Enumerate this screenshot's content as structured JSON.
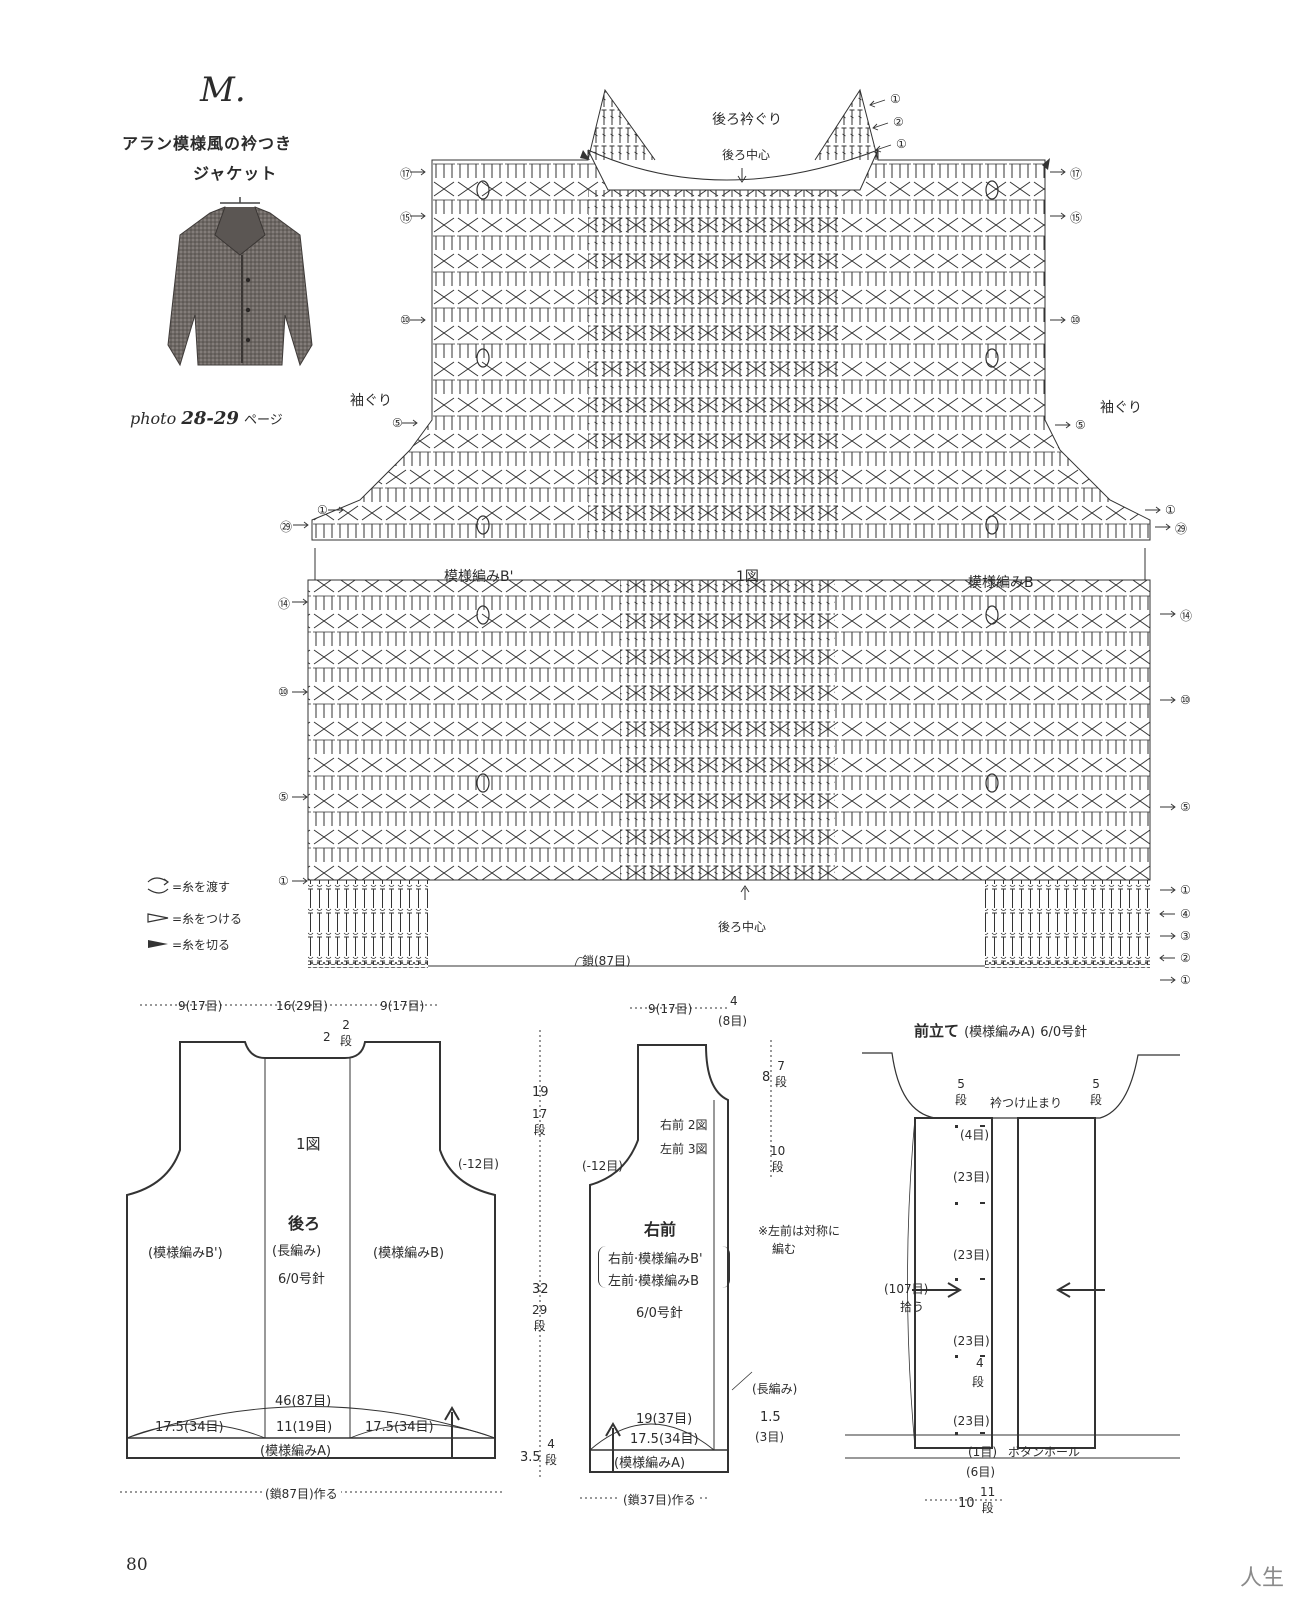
{
  "header": {
    "pattern_letter": "M.",
    "title_line1": "アラン模様風の衿つき",
    "title_line2": "ジャケット",
    "photo_prefix": "photo",
    "photo_pages": "28-29",
    "photo_suffix": "ページ"
  },
  "chart1": {
    "back_neck": "後ろ衿ぐり",
    "back_center_top": "後ろ中心",
    "back_center_bottom": "後ろ中心",
    "armhole_left": "袖ぐり",
    "armhole_right": "袖ぐり",
    "pattern_b_prime": "模様編みB'",
    "figure_label": "1図",
    "pattern_b": "模様編みB",
    "chain_count": "鎖(87目)",
    "top_rows_left": [
      "⑰",
      "⑮",
      "⑩",
      "⑤",
      "①",
      "㉙"
    ],
    "top_rows_right": [
      "⑰",
      "⑮",
      "⑩",
      "⑤",
      "①",
      "㉙"
    ],
    "neck_rows": [
      "①",
      "②",
      "①"
    ],
    "lower_rows_left": [
      "⑭",
      "⑩",
      "⑤",
      "①"
    ],
    "lower_rows_right": [
      "⑭",
      "⑩",
      "⑤",
      "①",
      "④",
      "③",
      "②",
      "①"
    ]
  },
  "legend": [
    {
      "icon": "pass-yarn-icon",
      "text": "=糸を渡す"
    },
    {
      "icon": "attach-yarn-icon",
      "text": "=糸をつける"
    },
    {
      "icon": "cut-yarn-icon",
      "text": "=糸を切る"
    }
  ],
  "back_schematic": {
    "top_left": "9(17目)",
    "top_mid": "16(29目)",
    "top_right": "9(17目)",
    "neck_drop_num": "2",
    "neck_drop_rows": "2\n段",
    "fig": "1図",
    "name": "後ろ",
    "stitch": "(長編み)",
    "needle": "6/0号針",
    "left_pattern": "(模様編みB')",
    "right_pattern": "(模様編みB)",
    "armhole_dec": "(-12目)",
    "armhole_h": "19",
    "armhole_rows": "17\n段",
    "body_h": "32",
    "body_rows": "29\n段",
    "width_total": "46(87目)",
    "left_w": "17.5(34目)",
    "mid_w": "11(19目)",
    "right_w": "17.5(34目)",
    "border_pattern": "(模様編みA)",
    "border_h": "3.5",
    "border_rows": "4\n段",
    "cast_on": "(鎖87目)作る"
  },
  "front_schematic": {
    "top_w": "9(17目)",
    "top_neck": "4",
    "top_neck_st": "(8目)",
    "neck_h": "8",
    "neck_rows": "7\n段",
    "neck_rows2": "10\n段",
    "fig_right": "右前 2図",
    "fig_left": "左前 3図",
    "armhole_dec": "(-12目)",
    "name": "右前",
    "pattern_right": "右前·模様編みB'",
    "pattern_left": "左前·模様編みB",
    "needle": "6/0号針",
    "note_line1": "※左前は対称に",
    "note_line2": "編む",
    "edge_stitch": "(長編み)",
    "width_full": "19(37目)",
    "width_body": "17.5(34目)",
    "edge_w": "1.5",
    "edge_st": "(3目)",
    "border_pattern": "(模様編みA)",
    "cast_on": "(鎖37目)作る"
  },
  "front_band": {
    "title": "前立て",
    "pattern": "(模様編みA)",
    "needle": "6/0号針",
    "collar_stop": "衿つけ止まり",
    "rows_left": "5\n段",
    "rows_right": "5\n段",
    "seg_1": "(4目)",
    "seg_2": "(23目)",
    "seg_3": "(23目)",
    "seg_4": "(23目)",
    "seg_5_num": "4",
    "seg_5_rows": "段",
    "seg_6": "(23目)",
    "seg_7": "(1目)",
    "buttonhole": "ボタンホール",
    "seg_8": "(6目)",
    "pickup_count": "(107目)",
    "pickup": "拾う",
    "width": "10",
    "width_rows": "11\n段"
  },
  "footer": {
    "page_number": "80",
    "watermark": "人生"
  }
}
